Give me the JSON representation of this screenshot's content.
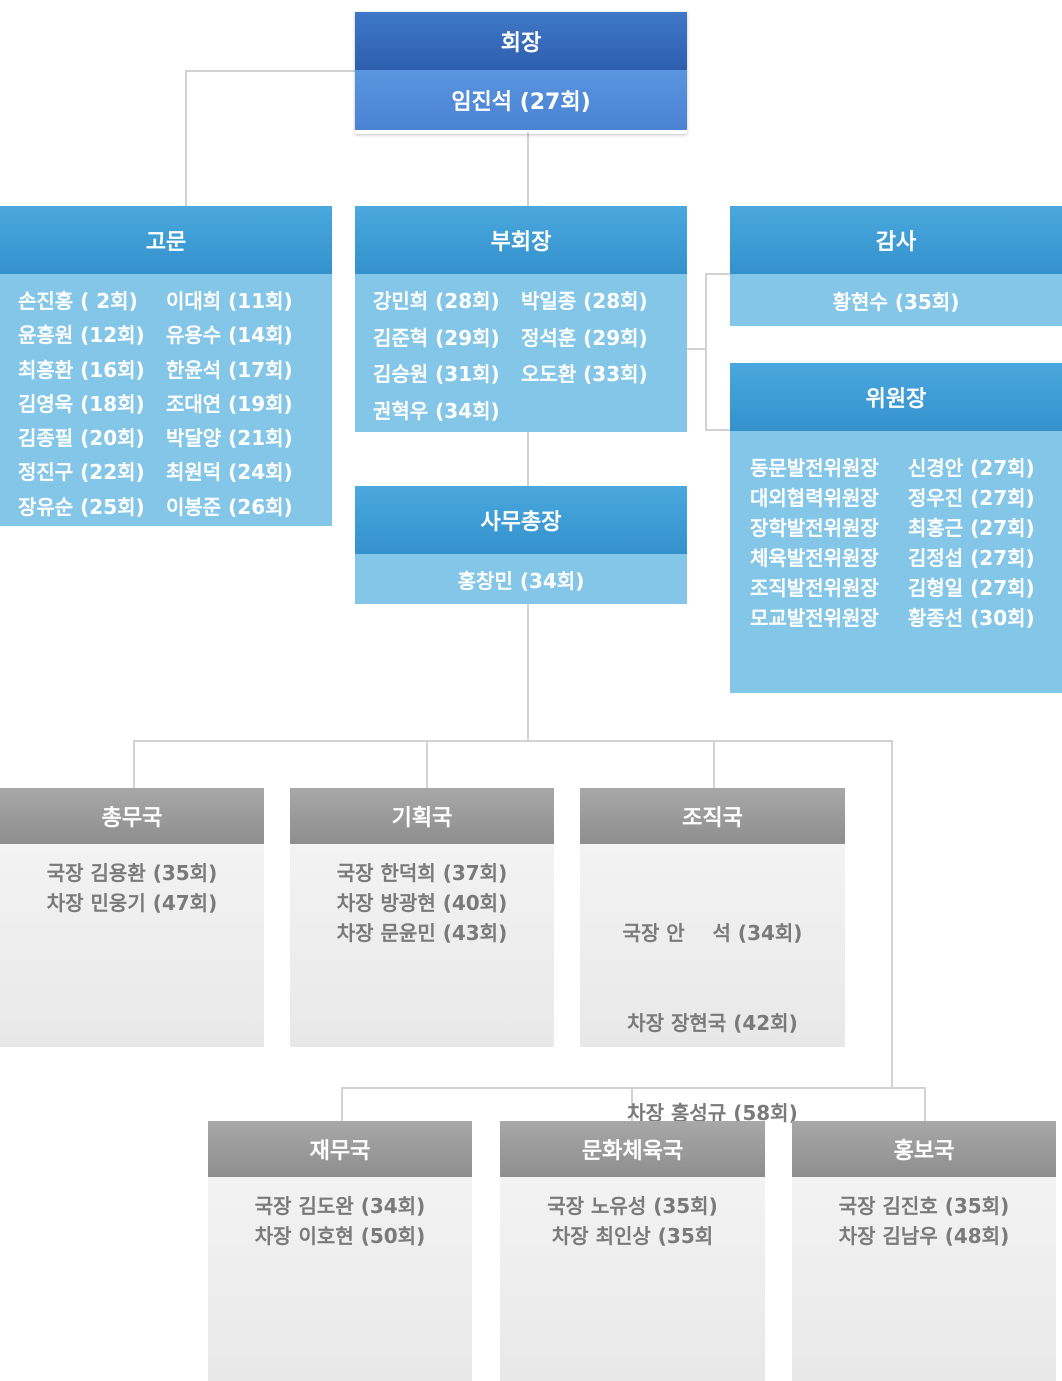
{
  "president": {
    "title": "회장",
    "name": "임진석 (27회)"
  },
  "advisors": {
    "title": "고문",
    "members": [
      "손진홍 (  2회)",
      "이대희 (11회)",
      "윤흥원 (12회)",
      "유용수 (14회)",
      "최흥환 (16회)",
      "한윤석 (17회)",
      "김영욱 (18회)",
      "조대연 (19회)",
      "김종필 (20회)",
      "박달양 (21회)",
      "정진구 (22회)",
      "최원덕 (24회)",
      "장유순 (25회)",
      "이봉준 (26회)"
    ]
  },
  "vice_presidents": {
    "title": "부회장",
    "members": [
      "강민희 (28회)",
      "박일종 (28회)",
      "김준혁 (29회)",
      "정석훈 (29회)",
      "김승원 (31회)",
      "오도환 (33회)",
      "권혁우 (34회)"
    ]
  },
  "auditor": {
    "title": "감사",
    "name": "황현수 (35회)"
  },
  "committee_chairs": {
    "title": "위원장",
    "members": [
      {
        "role": "동문발전위원장",
        "name": "신경안 (27회)"
      },
      {
        "role": "대외협력위원장",
        "name": "정우진 (27회)"
      },
      {
        "role": "장학발전위원장",
        "name": "최홍근 (27회)"
      },
      {
        "role": "체육발전위원장",
        "name": "김정섭 (27회)"
      },
      {
        "role": "조직발전위원장",
        "name": "김형일 (27회)"
      },
      {
        "role": "모교발전위원장",
        "name": "황종선 (30회)"
      }
    ]
  },
  "secretary_general": {
    "title": "사무총장",
    "name": "홍창민 (34회)"
  },
  "departments": [
    {
      "title": "총무국",
      "lines": [
        "국장 김용환 (35회)",
        "차장 민웅기 (47회)"
      ]
    },
    {
      "title": "기획국",
      "lines": [
        "국장 한덕희 (37회)",
        "차장 방광현 (40회)",
        "차장 문윤민 (43회)"
      ]
    },
    {
      "title": "조직국",
      "lines": [
        "국장 안    석 (34회)",
        "차장 장현국 (42회)",
        "차장 홍성규 (58회)"
      ]
    },
    {
      "title": "재무국",
      "lines": [
        "국장 김도완 (34회)",
        "차장 이호현 (50회)"
      ]
    },
    {
      "title": "문화체육국",
      "lines": [
        "국장 노유성 (35회)",
        "차장 최인상 (35회"
      ]
    },
    {
      "title": "홍보국",
      "lines": [
        "국장 김진호 (35회)",
        "차장 김남우 (48회)"
      ]
    }
  ]
}
